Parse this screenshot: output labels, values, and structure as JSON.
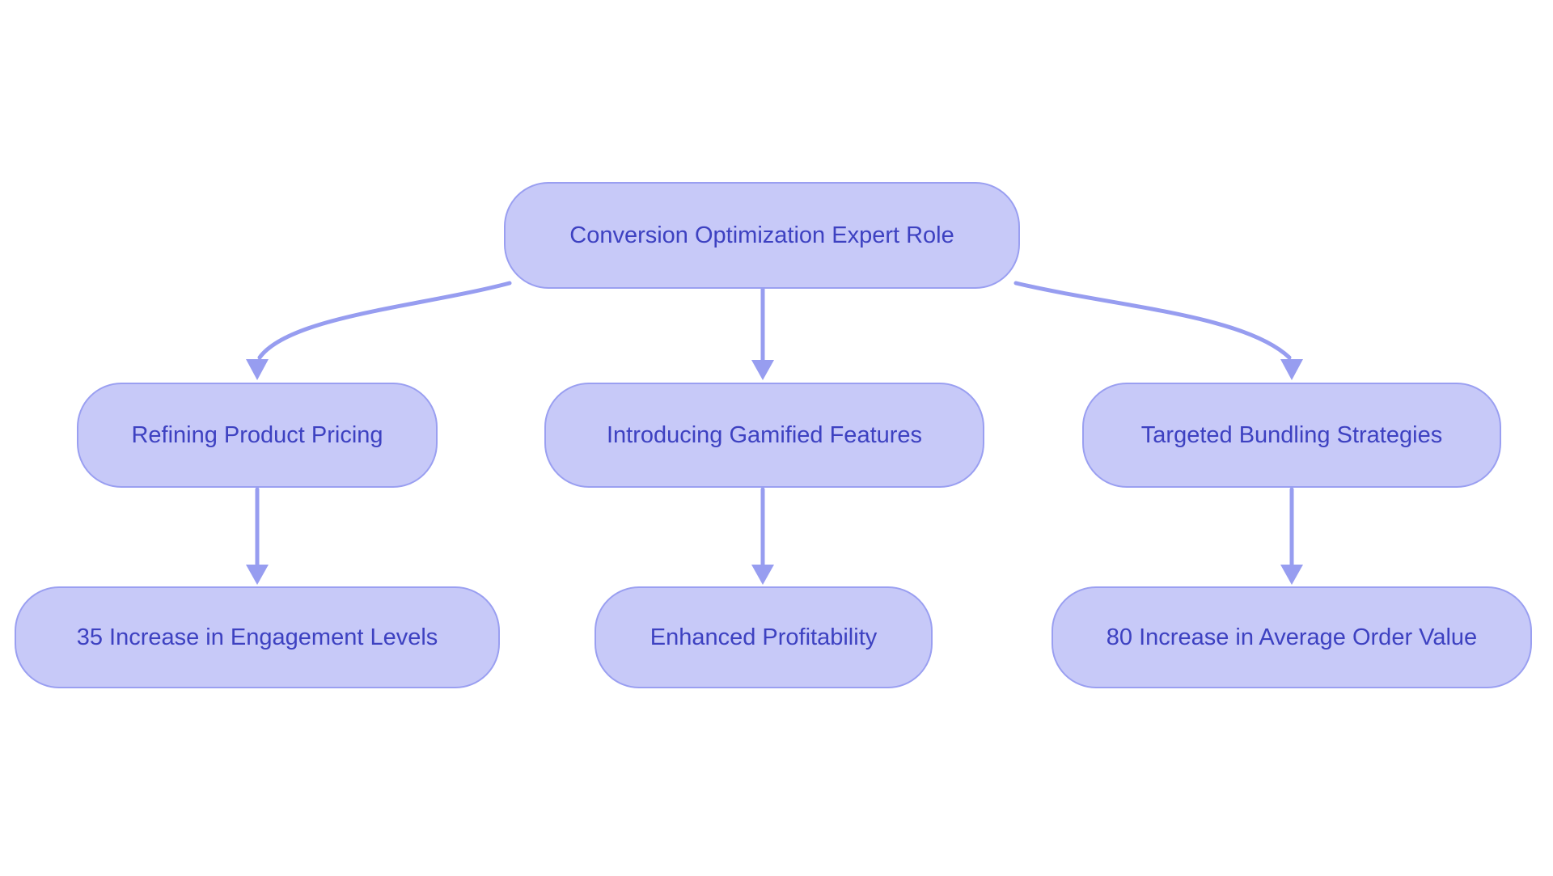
{
  "diagram": {
    "root": {
      "label": "Conversion Optimization Expert Role"
    },
    "branches": [
      {
        "strategy": "Refining Product Pricing",
        "outcome": "35 Increase in Engagement Levels"
      },
      {
        "strategy": "Introducing Gamified Features",
        "outcome": "Enhanced Profitability"
      },
      {
        "strategy": "Targeted Bundling Strategies",
        "outcome": "80 Increase in Average Order Value"
      }
    ],
    "colors": {
      "background": "#ffffff",
      "node_fill": "#c7c9f8",
      "node_border": "#9a9ff1",
      "arrow": "#979df0",
      "text": "#3d41c1"
    }
  }
}
